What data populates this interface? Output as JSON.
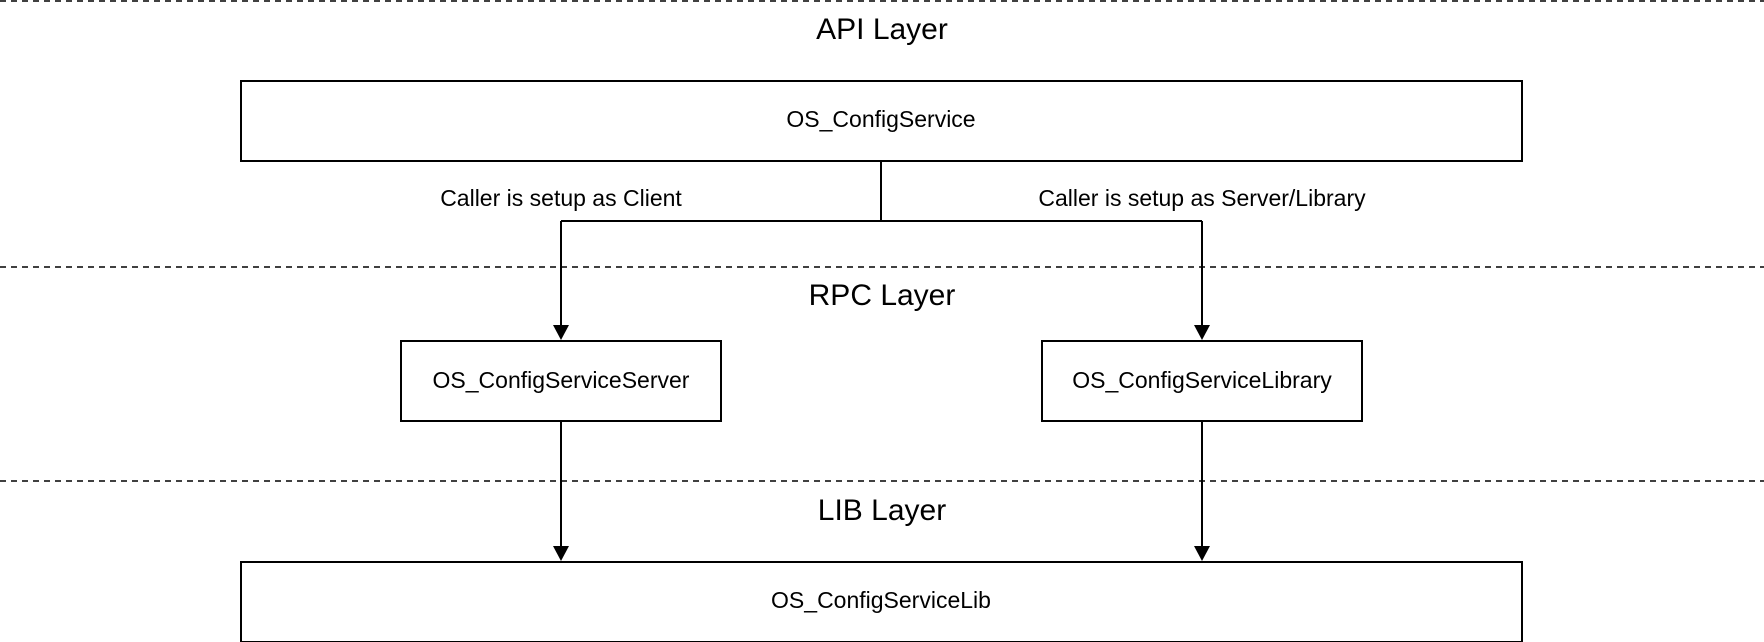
{
  "layers": {
    "api": "API Layer",
    "rpc": "RPC Layer",
    "lib": "LIB Layer"
  },
  "nodes": {
    "config_service": "OS_ConfigService",
    "config_service_server": "OS_ConfigServiceServer",
    "config_service_library": "OS_ConfigServiceLibrary",
    "config_service_lib": "OS_ConfigServiceLib"
  },
  "edges": {
    "client_label": "Caller is setup as Client",
    "server_library_label": "Caller is setup as Server/Library"
  },
  "colors": {
    "line": "#000000",
    "background": "#ffffff"
  }
}
